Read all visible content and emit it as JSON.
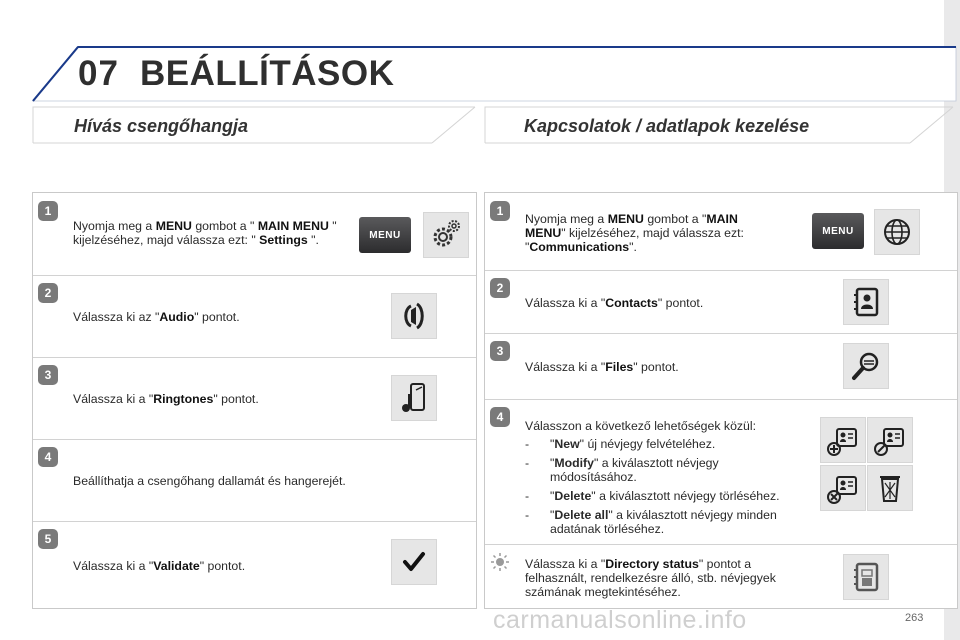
{
  "header": {
    "number": "07",
    "title": "BEÁLLÍTÁSOK"
  },
  "left": {
    "heading": "Hívás csengőhangja",
    "steps": [
      {
        "num": "1",
        "parts": [
          "Nyomja meg a ",
          "MENU",
          " gombot a \" ",
          "MAIN MENU",
          " \"",
          " kijelzéséhez, majd válassza ezt: \" ",
          "Settings",
          " \"."
        ]
      },
      {
        "num": "2",
        "parts": [
          "Válassza ki az \"",
          "Audio",
          "\" pontot."
        ]
      },
      {
        "num": "3",
        "parts": [
          "Válassza ki a \"",
          "Ringtones",
          "\" pontot."
        ]
      },
      {
        "num": "4",
        "parts": [
          "Beállíthatja a csengőhang dallamát és hangerejét."
        ]
      },
      {
        "num": "5",
        "parts": [
          "Válassza ki a \"",
          "Validate",
          "\" pontot."
        ]
      }
    ],
    "menu_label": "MENU"
  },
  "right": {
    "heading": "Kapcsolatok / adatlapok kezelése",
    "steps": [
      {
        "num": "1",
        "parts": [
          "Nyomja meg a ",
          "MENU",
          " gombot a \"",
          "MAIN MENU",
          "\" kijelzéséhez, majd válassza ezt: \"",
          "Communications",
          "\"."
        ]
      },
      {
        "num": "2",
        "parts": [
          "Válassza ki a \"",
          "Contacts",
          "\" pontot."
        ]
      },
      {
        "num": "3",
        "parts": [
          "Válassza ki a \"",
          "Files",
          "\" pontot."
        ]
      },
      {
        "num": "4",
        "intro": "Válasszon a következő lehetőségek közül:",
        "options": [
          {
            "dash": "-",
            "parts": [
              "\"",
              "New",
              "\" új névjegy felvételéhez."
            ]
          },
          {
            "dash": "-",
            "parts": [
              "\"",
              "Modify",
              "\" a kiválasztott névjegy módosításához."
            ]
          },
          {
            "dash": "-",
            "parts": [
              "\"",
              "Delete",
              "\" a kiválasztott névjegy törléséhez."
            ]
          },
          {
            "dash": "-",
            "parts": [
              "\"",
              "Delete all",
              "\" a kiválasztott névjegy minden adatának törléséhez."
            ]
          }
        ]
      },
      {
        "num": "tip",
        "parts": [
          "Válassza ki a \"",
          "Directory status",
          "\" pontot a felhasznált, rendelkezésre álló, stb. névjegyek számának megtekintéséhez."
        ]
      }
    ],
    "menu_label": "MENU"
  },
  "footer": {
    "page": "263",
    "watermark": "carmanualsonline.info"
  },
  "colors": {
    "accent_blue": "#1a3a8a",
    "badge_grey": "#7a7a7a",
    "icon_bg": "#e6e6e6"
  },
  "icons": [
    "gear-icon",
    "audio-icon",
    "ringtone-icon",
    "check-icon",
    "globe-icon",
    "contacts-icon",
    "files-icon",
    "new-contact-icon",
    "modify-contact-icon",
    "delete-contact-icon",
    "delete-all-icon",
    "directory-status-icon",
    "tip-icon"
  ]
}
